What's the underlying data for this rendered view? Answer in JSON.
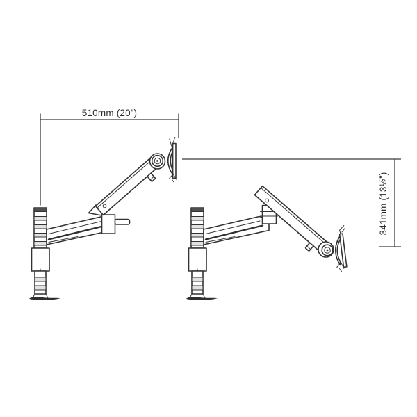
{
  "diagram": {
    "type": "product-dimension-drawing",
    "subject": "articulating monitor arm shown in raised and lowered positions",
    "views": [
      {
        "name": "arm-raised"
      },
      {
        "name": "arm-lowered"
      }
    ]
  },
  "dimensions": {
    "width": {
      "label": "510mm (20”)"
    },
    "height": {
      "label": "341mm (13½”)"
    }
  },
  "colors": {
    "line": "#333333",
    "text": "#2b2b2b",
    "band_fill": "#e2e2e2",
    "cap_fill": "#4f4f4f",
    "background": "#ffffff"
  }
}
